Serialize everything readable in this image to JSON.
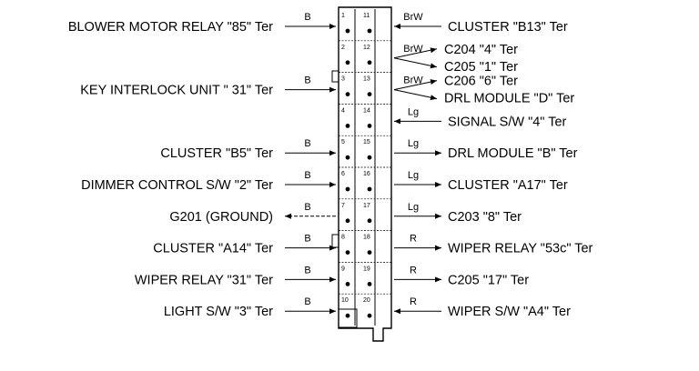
{
  "connector": {
    "left_pins": [
      "1",
      "2",
      "3",
      "4",
      "5",
      "6",
      "7",
      "8",
      "9",
      "10"
    ],
    "right_pins": [
      "11",
      "12",
      "13",
      "14",
      "15",
      "16",
      "17",
      "18",
      "19",
      "20"
    ]
  },
  "left_rows": [
    {
      "label": "BLOWER MOTOR RELAY \"85\" Ter",
      "wire": "B",
      "dir": "in"
    },
    {
      "label": "",
      "wire": "",
      "dir": "none"
    },
    {
      "label": "KEY INTERLOCK UNIT \" 31\" Ter",
      "wire": "B",
      "dir": "in"
    },
    {
      "label": "",
      "wire": "",
      "dir": "none"
    },
    {
      "label": "CLUSTER \"B5\" Ter",
      "wire": "B",
      "dir": "in"
    },
    {
      "label": "DIMMER CONTROL S/W \"2\" Ter",
      "wire": "B",
      "dir": "in"
    },
    {
      "label": "G201 (GROUND)",
      "wire": "B",
      "dir": "out"
    },
    {
      "label": "CLUSTER \"A14\" Ter",
      "wire": "B",
      "dir": "in"
    },
    {
      "label": "WIPER RELAY \"31\" Ter",
      "wire": "B",
      "dir": "in"
    },
    {
      "label": "LIGHT S/W \"3\" Ter",
      "wire": "B",
      "dir": "in"
    }
  ],
  "right_rows": [
    {
      "labels": [
        "CLUSTER \"B13\" Ter"
      ],
      "wire": "BrW",
      "dir": "in"
    },
    {
      "labels": [
        "C204 \"4\" Ter",
        "C205 \"1\" Ter"
      ],
      "wire": "BrW",
      "dir": "out"
    },
    {
      "labels": [
        "C206 \"6\" Ter",
        "DRL MODULE \"D\" Ter"
      ],
      "wire": "BrW",
      "dir": "out"
    },
    {
      "labels": [
        "SIGNAL S/W \"4\" Ter"
      ],
      "wire": "Lg",
      "dir": "in"
    },
    {
      "labels": [
        "DRL MODULE \"B\" Ter"
      ],
      "wire": "Lg",
      "dir": "out"
    },
    {
      "labels": [
        "CLUSTER \"A17\" Ter"
      ],
      "wire": "Lg",
      "dir": "out"
    },
    {
      "labels": [
        "C203 \"8\" Ter"
      ],
      "wire": "Lg",
      "dir": "out"
    },
    {
      "labels": [
        "WIPER RELAY \"53c\" Ter"
      ],
      "wire": "R",
      "dir": "out"
    },
    {
      "labels": [
        "C205 \"17\" Ter"
      ],
      "wire": "R",
      "dir": "out"
    },
    {
      "labels": [
        "WIPER S/W \"A4\" Ter"
      ],
      "wire": "R",
      "dir": "in"
    }
  ]
}
